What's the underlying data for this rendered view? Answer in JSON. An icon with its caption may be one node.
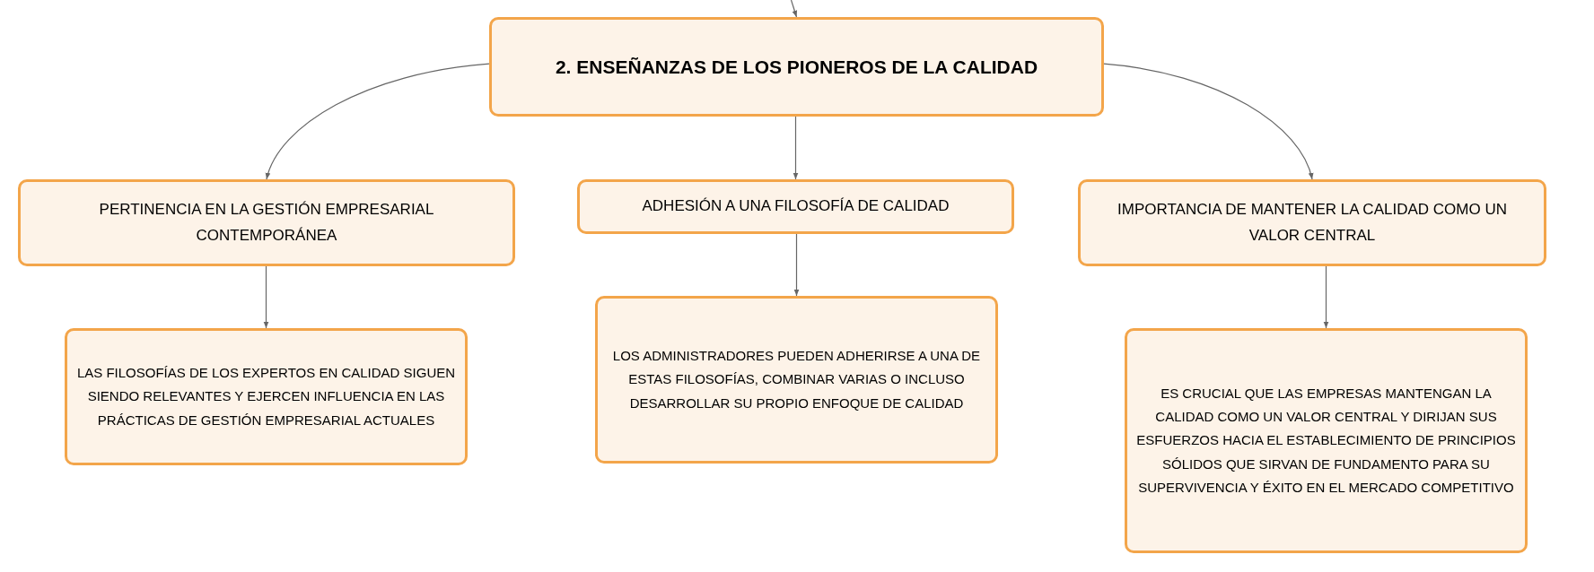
{
  "diagram": {
    "nodes": [
      {
        "text": [
          "2. ENSEÑANZAS DE LOS PIONEROS DE LA CALIDAD"
        ]
      },
      {
        "text": [
          "PERTINENCIA EN LA GESTIÓN EMPRESARIAL CONTEMPORÁNEA"
        ]
      },
      {
        "text": [
          "ADHESIÓN A UNA FILOSOFÍA DE CALIDAD"
        ]
      },
      {
        "text": [
          "IMPORTANCIA DE MANTENER LA CALIDAD COMO UN VALOR CENTRAL"
        ]
      },
      {
        "text": [
          "LAS FILOSOFÍAS DE LOS EXPERTOS EN CALIDAD SIGUEN SIENDO RELEVANTES Y EJERCEN INFLUENCIA EN LAS PRÁCTICAS DE GESTIÓN EMPRESARIAL ACTUALES"
        ]
      },
      {
        "text": [
          "LOS ADMINISTRADORES PUEDEN ADHERIRSE A UNA DE ESTAS FILOSOFÍAS, COMBINAR VARIAS O INCLUSO DESARROLLAR SU PROPIO ENFOQUE DE CALIDAD"
        ]
      },
      {
        "text": [
          "ES CRUCIAL QUE LAS EMPRESAS MANTENGAN LA CALIDAD COMO UN VALOR CENTRAL Y DIRIJAN SUS ESFUERZOS HACIA EL ESTABLECIMIENTO DE PRINCIPIOS SÓLIDOS QUE SIRVAN DE FUNDAMENTO PARA SU SUPERVIVENCIA Y ÉXITO EN EL MERCADO COMPETITIVO"
        ]
      }
    ],
    "edges": [
      {
        "from": null,
        "to": 0,
        "arrow": "to"
      },
      {
        "from": 0,
        "to": 1,
        "arrow": "to"
      },
      {
        "from": 0,
        "to": 2,
        "arrow": "to"
      },
      {
        "from": 0,
        "to": 3,
        "arrow": "to"
      },
      {
        "from": 1,
        "to": 4,
        "arrow": "to"
      },
      {
        "from": 2,
        "to": 5,
        "arrow": "to"
      },
      {
        "from": 3,
        "to": 6,
        "arrow": "to"
      }
    ]
  }
}
